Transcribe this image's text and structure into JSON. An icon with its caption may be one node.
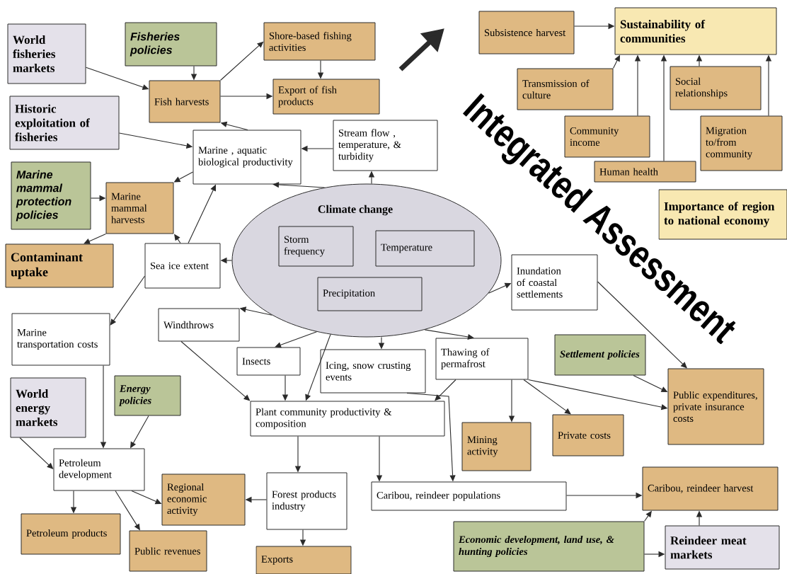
{
  "diagram": {
    "nodes": [
      {
        "text": [
          "World fisheries markets"
        ]
      },
      {
        "text": [
          "Fisheries policies"
        ]
      },
      {
        "text": [
          "Shore-based fishing activities"
        ]
      },
      {
        "text": [
          "Fish harvests"
        ]
      },
      {
        "text": [
          "Export of fish products"
        ]
      },
      {
        "text": [
          "Historic exploitation of fisheries"
        ]
      },
      {
        "text": [
          "Marine , aquatic biological productivity"
        ]
      },
      {
        "text": [
          "Stream flow , temperature, & turbidity"
        ]
      },
      {
        "text": [
          "Subsistence harvest"
        ]
      },
      {
        "text": [
          "Sustainability of communities"
        ]
      },
      {
        "text": [
          "Transmission of culture"
        ]
      },
      {
        "text": [
          "Social relationships"
        ]
      },
      {
        "text": [
          "Community income"
        ]
      },
      {
        "text": [
          "Migration to/from community"
        ]
      },
      {
        "text": [
          "Human health"
        ]
      },
      {
        "text": [
          "Marine mammal protection policies"
        ]
      },
      {
        "text": [
          "Marine mammal harvests"
        ]
      },
      {
        "text": [
          "Importance of region to national economy"
        ]
      },
      {
        "text": [
          "Climate change"
        ]
      },
      {
        "text": [
          "Storm frequency"
        ],
        "in": 18
      },
      {
        "text": [
          "Temperature"
        ],
        "in": 18
      },
      {
        "text": [
          "Precipitation"
        ],
        "in": 18
      },
      {
        "text": [
          "Contaminant uptake"
        ]
      },
      {
        "text": [
          "Sea ice extent"
        ]
      },
      {
        "text": [
          "Inundation of coastal settlements"
        ]
      },
      {
        "text": [
          "Marine transportation costs"
        ]
      },
      {
        "text": [
          "Windthrows"
        ]
      },
      {
        "text": [
          "Insects"
        ]
      },
      {
        "text": [
          "Icing, snow crusting events"
        ]
      },
      {
        "text": [
          "Thawing of permafrost"
        ]
      },
      {
        "text": [
          "Settlement policies"
        ]
      },
      {
        "text": [
          "Public expenditures, private insurance costs"
        ]
      },
      {
        "text": [
          "World energy markets"
        ]
      },
      {
        "text": [
          "Energy policies"
        ]
      },
      {
        "text": [
          "Plant community productivity & composition"
        ]
      },
      {
        "text": [
          "Mining activity"
        ]
      },
      {
        "text": [
          "Private costs"
        ]
      },
      {
        "text": [
          "Petroleum development"
        ]
      },
      {
        "text": [
          "Regional economic activity"
        ]
      },
      {
        "text": [
          "Forest products industry"
        ]
      },
      {
        "text": [
          "Caribou, reindeer populations"
        ]
      },
      {
        "text": [
          "Caribou, reindeer harvest"
        ]
      },
      {
        "text": [
          "Petroleum products"
        ]
      },
      {
        "text": [
          "Public revenues"
        ]
      },
      {
        "text": [
          "Exports"
        ]
      },
      {
        "text": [
          "Economic development, land use, & hunting policies"
        ]
      },
      {
        "text": [
          "Reindeer meat markets"
        ]
      }
    ],
    "edges": [
      {
        "from": 0,
        "to": 3,
        "arrow": "to"
      },
      {
        "from": 1,
        "to": 3,
        "arrow": "to"
      },
      {
        "from": 3,
        "to": 2,
        "arrow": "to"
      },
      {
        "from": 3,
        "to": 4,
        "arrow": "to"
      },
      {
        "from": 2,
        "to": 4,
        "arrow": "to"
      },
      {
        "from": 6,
        "to": 3,
        "arrow": "to"
      },
      {
        "from": 5,
        "to": 6,
        "arrow": "to"
      },
      {
        "from": 7,
        "to": 6,
        "arrow": "to"
      },
      {
        "from": 18,
        "to": 7,
        "arrow": "to"
      },
      {
        "from": 18,
        "to": 6,
        "arrow": "to"
      },
      {
        "from": 6,
        "to": 16,
        "arrow": "to"
      },
      {
        "from": 15,
        "to": 16,
        "arrow": "to"
      },
      {
        "from": 16,
        "to": 22,
        "arrow": "to"
      },
      {
        "from": 23,
        "to": 16,
        "arrow": "to"
      },
      {
        "from": 23,
        "to": 6,
        "arrow": "to"
      },
      {
        "from": 18,
        "to": 23,
        "arrow": "to"
      },
      {
        "from": 23,
        "to": 25,
        "arrow": "to"
      },
      {
        "from": 8,
        "to": 9,
        "arrow": "to"
      },
      {
        "from": 10,
        "to": 9,
        "arrow": "to"
      },
      {
        "from": 12,
        "to": 9,
        "arrow": "to"
      },
      {
        "from": 14,
        "to": 9,
        "arrow": "to"
      },
      {
        "from": 11,
        "to": 9,
        "arrow": "to"
      },
      {
        "from": 13,
        "to": 9,
        "arrow": "to"
      },
      {
        "from": 18,
        "to": 24,
        "arrow": "to"
      },
      {
        "from": 24,
        "to": 31,
        "arrow": "to"
      },
      {
        "from": 18,
        "to": 26,
        "arrow": "to"
      },
      {
        "from": 18,
        "to": 27,
        "arrow": "to"
      },
      {
        "from": 18,
        "to": 28,
        "arrow": "to"
      },
      {
        "from": 18,
        "to": 29,
        "arrow": "to"
      },
      {
        "from": 26,
        "to": 34,
        "arrow": "to"
      },
      {
        "from": 27,
        "to": 34,
        "arrow": "to"
      },
      {
        "from": 18,
        "to": 34,
        "arrow": "to"
      },
      {
        "from": 29,
        "to": 34,
        "arrow": "to"
      },
      {
        "from": 28,
        "to": 40,
        "arrow": "to"
      },
      {
        "from": 34,
        "to": 40,
        "arrow": "to"
      },
      {
        "from": 29,
        "to": 35,
        "arrow": "to"
      },
      {
        "from": 29,
        "to": 36,
        "arrow": "to"
      },
      {
        "from": 29,
        "to": 31,
        "arrow": "to"
      },
      {
        "from": 30,
        "to": 31,
        "arrow": "to"
      },
      {
        "from": 25,
        "to": 37,
        "arrow": "to"
      },
      {
        "from": 32,
        "to": 37,
        "arrow": "to"
      },
      {
        "from": 33,
        "to": 37,
        "arrow": "to"
      },
      {
        "from": 37,
        "to": 42,
        "arrow": "to"
      },
      {
        "from": 37,
        "to": 43,
        "arrow": "to"
      },
      {
        "from": 37,
        "to": 38,
        "arrow": "to"
      },
      {
        "from": 39,
        "to": 38,
        "arrow": "to"
      },
      {
        "from": 34,
        "to": 39,
        "arrow": "to"
      },
      {
        "from": 39,
        "to": 44,
        "arrow": "to"
      },
      {
        "from": 40,
        "to": 41,
        "arrow": "to"
      },
      {
        "from": 45,
        "to": 41,
        "arrow": "to"
      },
      {
        "from": 45,
        "to": 46,
        "arrow": "to"
      },
      {
        "from": 46,
        "to": 41,
        "arrow": "to"
      }
    ],
    "labels": [
      "Integrated Assessment"
    ]
  }
}
